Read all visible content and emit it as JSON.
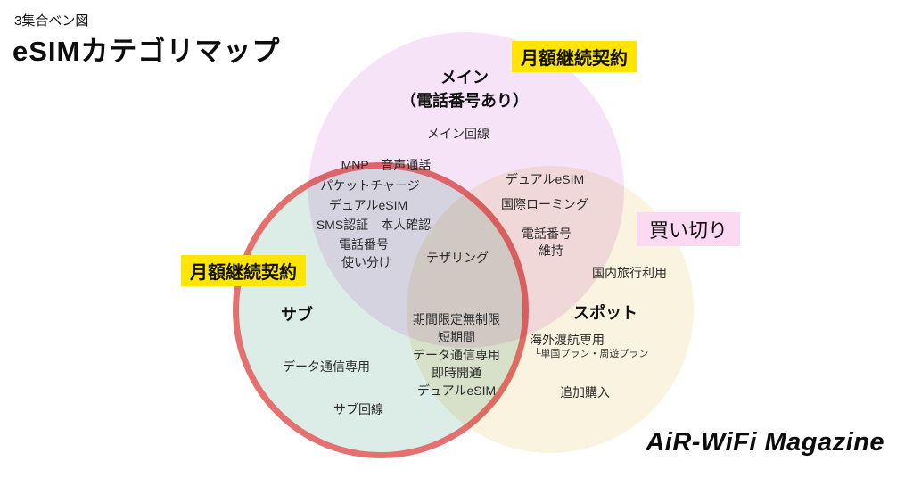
{
  "page": {
    "subtitle": "3集合ベン図",
    "title": "eSIMカテゴリマップ",
    "logo": "AiR-WiFi Magazine"
  },
  "labels": {
    "monthly_top": "月額継続契約",
    "monthly_left": "月額継続契約",
    "buyout": "買い切り"
  },
  "circles": {
    "main": {
      "title_line1": "メイン",
      "title_line2": "（電話番号あり）",
      "items": [
        "メイン回線"
      ]
    },
    "sub": {
      "title": "サブ",
      "items": [
        "データ通信専用",
        "サブ回線"
      ]
    },
    "spot": {
      "title": "スポット",
      "items": [
        "国内旅行利用",
        "海外渡航専用",
        "└単国プラン・周遊プラン",
        "追加購入"
      ]
    }
  },
  "intersections": {
    "main_sub": [
      "MNP　音声通話",
      "パケットチャージ",
      "デュアルeSIM",
      "SMS認証　本人確認",
      "電話番号",
      "使い分け"
    ],
    "main_spot": [
      "デュアルeSIM",
      "国際ローミング",
      "電話番号",
      "維持"
    ],
    "center": [
      "テザリング"
    ],
    "sub_spot": [
      "期間限定無制限",
      "短期間",
      "データ通信専用",
      "即時開通",
      "デュアルeSIM"
    ]
  },
  "colors": {
    "main_fill": "#f6e3f7",
    "sub_fill": "#dcede7",
    "sub_border": "#e4716f",
    "spot_fill": "#faf3df",
    "highlight_yellow": "#ffe500",
    "highlight_pink": "#fbd9f2"
  }
}
